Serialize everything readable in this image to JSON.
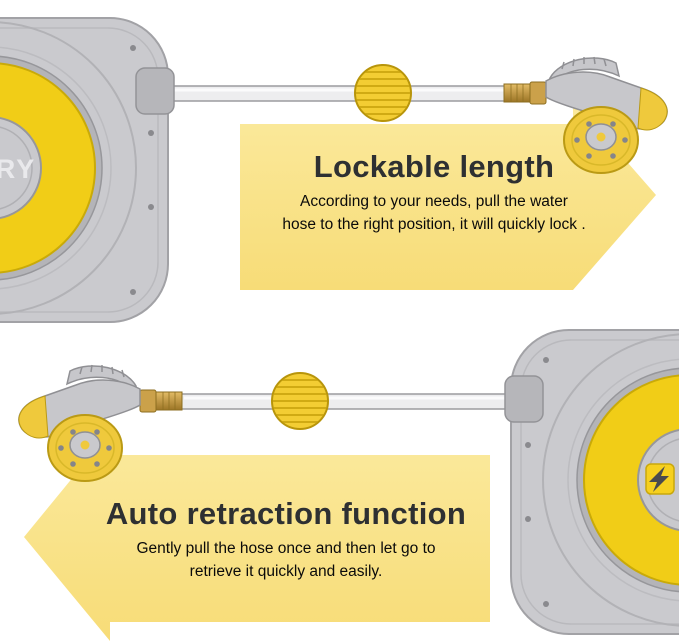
{
  "features": {
    "top": {
      "title": "Lockable length",
      "desc1": "According to your needs, pull the  water",
      "desc2": "hose to the right position, it will quickly lock ."
    },
    "bottom": {
      "title": "Auto retraction function",
      "desc1": "Gently pull the hose once and then let go to",
      "desc2": "retrieve it quickly and easily."
    }
  },
  "product": {
    "reel_label_partial": "RY",
    "badge_icon": "lightning-bolt"
  },
  "colors": {
    "arrow_yellow_light": "#FBEA9E",
    "arrow_yellow_dark": "#F7DC77",
    "reel_yellow": "#F1CD17",
    "device_gray": "#C9C9CD",
    "brass": "#C29B43",
    "title_text": "#2E3032",
    "body_text": "#0A0A0A",
    "background": "#FFFFFF"
  }
}
